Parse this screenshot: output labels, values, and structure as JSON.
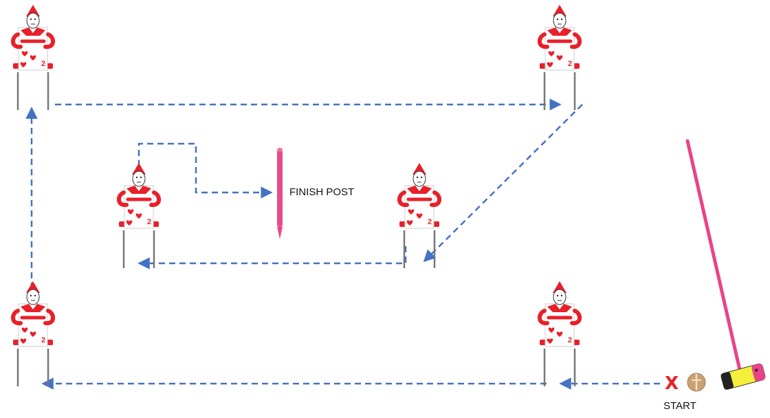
{
  "labels": {
    "finish_post": "FINISH POST",
    "start": "START",
    "start_marker": "X"
  },
  "colors": {
    "path": "#4472C4",
    "card_red": "#E8202A",
    "card_white": "#FFFFFF",
    "post_pink": "#E94B86",
    "mallet_shaft": "#E9438A",
    "mallet_head": "#F4EF3A",
    "ball": "#C9A273",
    "x_marker": "#E52222"
  },
  "icons": {
    "hoop": "card-soldier-hoop-icon",
    "finish_post": "pink-post-icon",
    "mallet": "flamingo-mallet-icon",
    "ball": "hedgehog-ball-icon"
  }
}
